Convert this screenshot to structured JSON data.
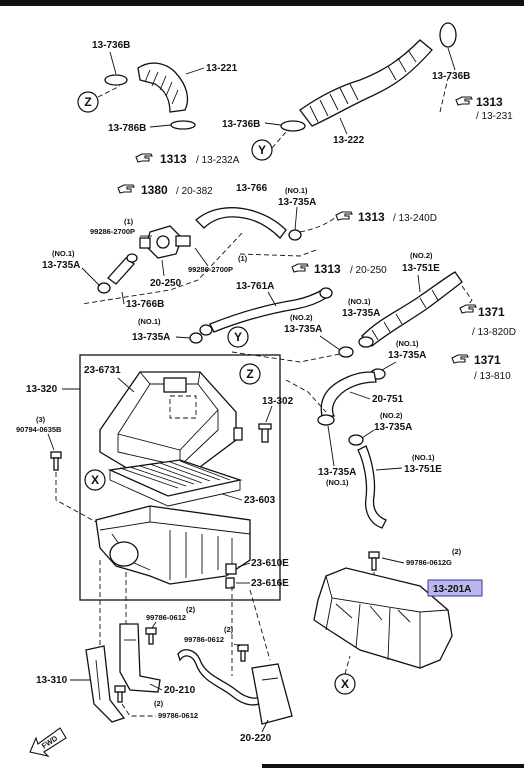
{
  "hoses_top": {
    "p13_736B_a": "13-736B",
    "p13_221": "13-221",
    "p13_786B": "13-786B",
    "p13_736B_b": "13-736B",
    "p13_222": "13-222",
    "p13_736B_c": "13-736B",
    "p13_231": "/ 13-231",
    "p13_232A": "/ 13-232A"
  },
  "mid_hoses": {
    "p13_766": "13-766",
    "p13_735A_1": "13-735A",
    "p13_735A_1_note": "(NO.1)",
    "p99286_note": "(1)",
    "p99286_a": "99286-2700P",
    "p99286_b_note": "(1)",
    "p99286_b": "99286-2700P",
    "p13_735A_2": "13-735A",
    "p13_735A_2_note": "(NO.1)",
    "p20_250": "20-250",
    "p13_766B": "13-766B",
    "p13_761A": "13-761A",
    "p13_735A_3_note": "(NO.1)",
    "p13_735A_3": "13-735A",
    "p13_735A_4_note": "(NO.1)",
    "p13_735A_4": "13-735A",
    "p13_735A_5_note": "(NO.2)",
    "p13_735A_5": "13-735A",
    "p13_751E_a_note": "(NO.2)",
    "p13_751E_a": "13-751E",
    "p13_735A_6_note": "(NO.1)",
    "p13_735A_6": "13-735A",
    "p20_751": "20-751",
    "p13_735A_7_note": "(NO.2)",
    "p13_735A_7": "13-735A",
    "p13_735A_8": "13-735A",
    "p13_735A_8_note": "(NO.1)",
    "p13_751E_b_note": "(NO.1)",
    "p13_751E_b": "13-751E",
    "p20_382": "/ 20-382",
    "p13_240D": "/ 13-240D",
    "p20_250_ref": "/ 20-250",
    "p13_820D": "/ 13-820D",
    "p13_810": "/ 13-810"
  },
  "refs": {
    "r1313": "1313",
    "r1380": "1380",
    "r1371": "1371"
  },
  "air_cleaner": {
    "p13_320": "13-320",
    "p23_6731": "23-6731",
    "p13_302": "13-302",
    "p90794_note": "(3)",
    "p90794": "90794-0635B",
    "p23_603": "23-603",
    "p23_610E": "23-610E",
    "p23_616E": "23-616E"
  },
  "lower": {
    "p99786_a_note": "(2)",
    "p99786_a": "99786-0612",
    "p99786_b_note": "(2)",
    "p99786_b": "99786-0612",
    "p13_310": "13-310",
    "p20_210": "20-210",
    "p99786_c_note": "(2)",
    "p99786_c": "99786-0612",
    "p20_220": "20-220",
    "p99786_d_note": "(2)",
    "p99786_d": "99786-0612G",
    "p13_201A": "13-201A",
    "fwd": "FWD"
  },
  "markers": {
    "X": "X",
    "Y": "Y",
    "Z": "Z"
  },
  "colors": {
    "highlight": "#b9b6ec",
    "line": "#111111"
  },
  "icons": [
    "hand-pointer-icon",
    "fwd-arrow-icon"
  ]
}
